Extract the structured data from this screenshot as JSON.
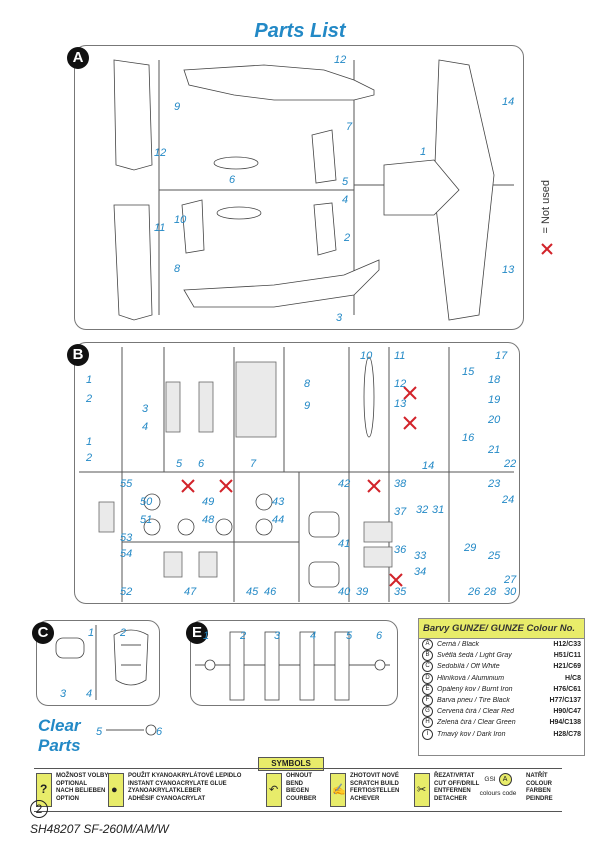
{
  "page_title": "Parts List",
  "sprues": {
    "A": {
      "letter": "A",
      "numbers": [
        "12",
        "9",
        "7",
        "1",
        "14",
        "12",
        "6",
        "5",
        "4",
        "10",
        "11",
        "2",
        "8",
        "3",
        "13"
      ]
    },
    "B": {
      "letter": "B",
      "numbers": [
        "1",
        "2",
        "3",
        "4",
        "1",
        "2",
        "5",
        "6",
        "7",
        "8",
        "9",
        "10",
        "11",
        "12",
        "13",
        "14",
        "15",
        "16",
        "17",
        "18",
        "19",
        "20",
        "21",
        "22",
        "55",
        "50",
        "49",
        "48",
        "43",
        "44",
        "51",
        "53",
        "54",
        "52",
        "47",
        "46",
        "45",
        "42",
        "41",
        "40",
        "38",
        "37",
        "36",
        "35",
        "39",
        "32",
        "31",
        "33",
        "34",
        "26",
        "23",
        "24",
        "25",
        "29",
        "28",
        "27",
        "30"
      ]
    },
    "C": {
      "letter": "C",
      "numbers": [
        "1",
        "2",
        "3",
        "4",
        "5",
        "6"
      ]
    },
    "E": {
      "letter": "E",
      "numbers": [
        "1",
        "2",
        "3",
        "4",
        "5",
        "6"
      ]
    }
  },
  "not_used_label": "= Not used",
  "clear_parts": {
    "line1": "Clear",
    "line2": "Parts"
  },
  "colour_table": {
    "header": "Barvy GUNZE/ GUNZE Colour No.",
    "rows": [
      {
        "key": "A",
        "name": "Černá / Black",
        "code": "H12/C33"
      },
      {
        "key": "B",
        "name": "Světlá šedá / Light Gray",
        "code": "H51/C11"
      },
      {
        "key": "C",
        "name": "Šedobílá / Off White",
        "code": "H21/C69"
      },
      {
        "key": "D",
        "name": "Hliníková / Aluminium",
        "code": "H/C8"
      },
      {
        "key": "E",
        "name": "Opálený kov / Burnt Iron",
        "code": "H76/C61"
      },
      {
        "key": "F",
        "name": "Barva pneu / Tire Black",
        "code": "H77/C137"
      },
      {
        "key": "G",
        "name": "Červená čirá / Clear Red",
        "code": "H90/C47"
      },
      {
        "key": "H",
        "name": "Zelená čirá / Clear Green",
        "code": "H94/C138"
      },
      {
        "key": "I",
        "name": "Tmavý kov / Dark Iron",
        "code": "H28/C78"
      }
    ]
  },
  "symbols": {
    "label": "SYMBOLS",
    "items": [
      {
        "icon": "question-mark-icon",
        "text": "MOŽNOST VOLBY\nOPTIONAL\nNACH BELIEBEN\nOPTION"
      },
      {
        "icon": "glue-drop-icon",
        "text": "POUŽIT KYANOAKRYLÁTOVÉ LEPIDLO\nINSTANT CYANOACRYLATE GLUE\nZYANOAKRYLATKLEBER\nADHÉSIF CYANOACRYLAT"
      },
      {
        "icon": "bend-icon",
        "text": "OHNOUT\nBEND\nBIEGEN\nCOURBER"
      },
      {
        "icon": "hand-scratch-icon",
        "text": "ZHOTOVIT NOVÉ\nSCRATCH BUILD\nFERTIGSTELLEN\nACHEVER"
      },
      {
        "icon": "cut-off-icon",
        "text": "ŘEZAT/VRTAT\nCUT OFF/DRILL\nENTFERNEN\nDETACHER"
      },
      {
        "icon": "colour-code-icon",
        "text": "NATŘÍT\nCOLOUR\nFARBEN\nPEINDRE"
      }
    ],
    "gsi_label": "GSI",
    "colours_code_label": "colours code",
    "colour_key_example": "A"
  },
  "page_number": "2",
  "footer_text": "SH48207 SF-260M/AM/W"
}
